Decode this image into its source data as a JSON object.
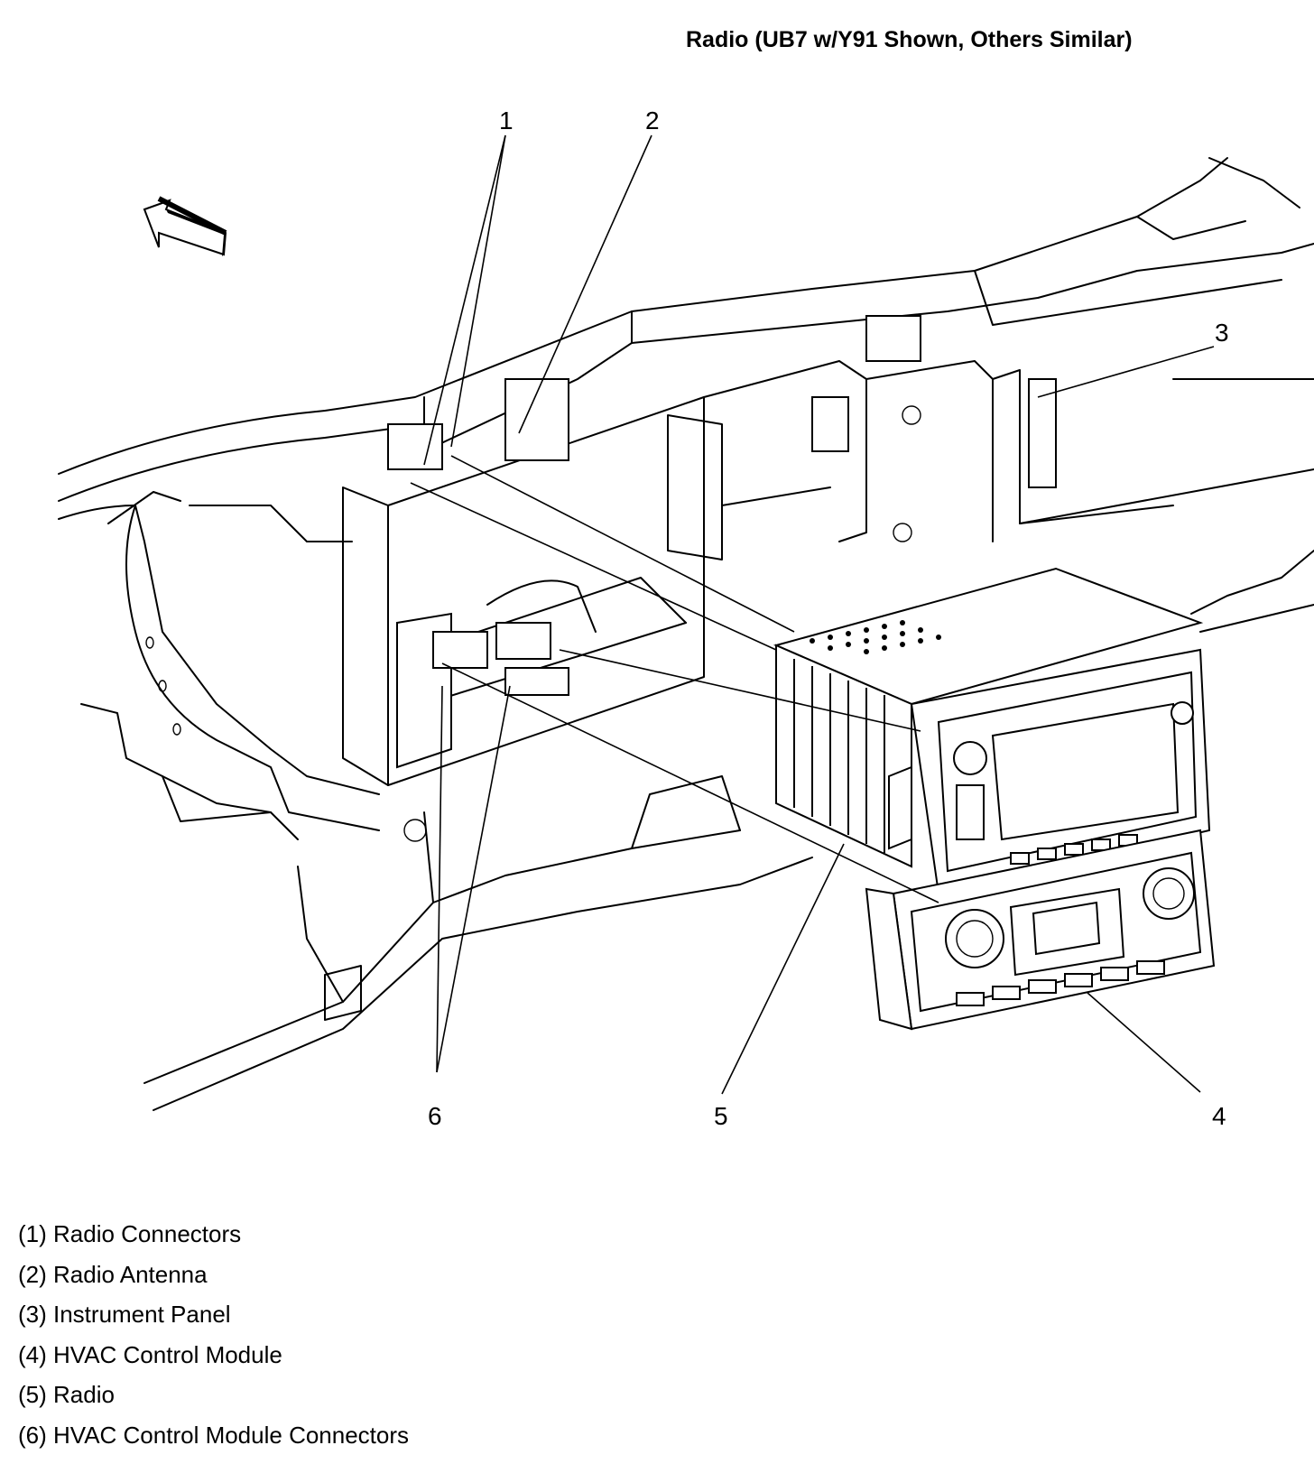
{
  "title": "Radio (UB7 w/Y91 Shown, Others Similar)",
  "callouts": [
    {
      "id": "1",
      "label": "1"
    },
    {
      "id": "2",
      "label": "2"
    },
    {
      "id": "3",
      "label": "3"
    },
    {
      "id": "4",
      "label": "4"
    },
    {
      "id": "5",
      "label": "5"
    },
    {
      "id": "6",
      "label": "6"
    }
  ],
  "legend": [
    "(1) Radio Connectors",
    "(2) Radio Antenna",
    "(3) Instrument Panel",
    "(4) HVAC Control Module",
    "(5) Radio",
    "(6) HVAC Control Module Connectors"
  ],
  "icons": [
    "forward-arrow-icon"
  ]
}
